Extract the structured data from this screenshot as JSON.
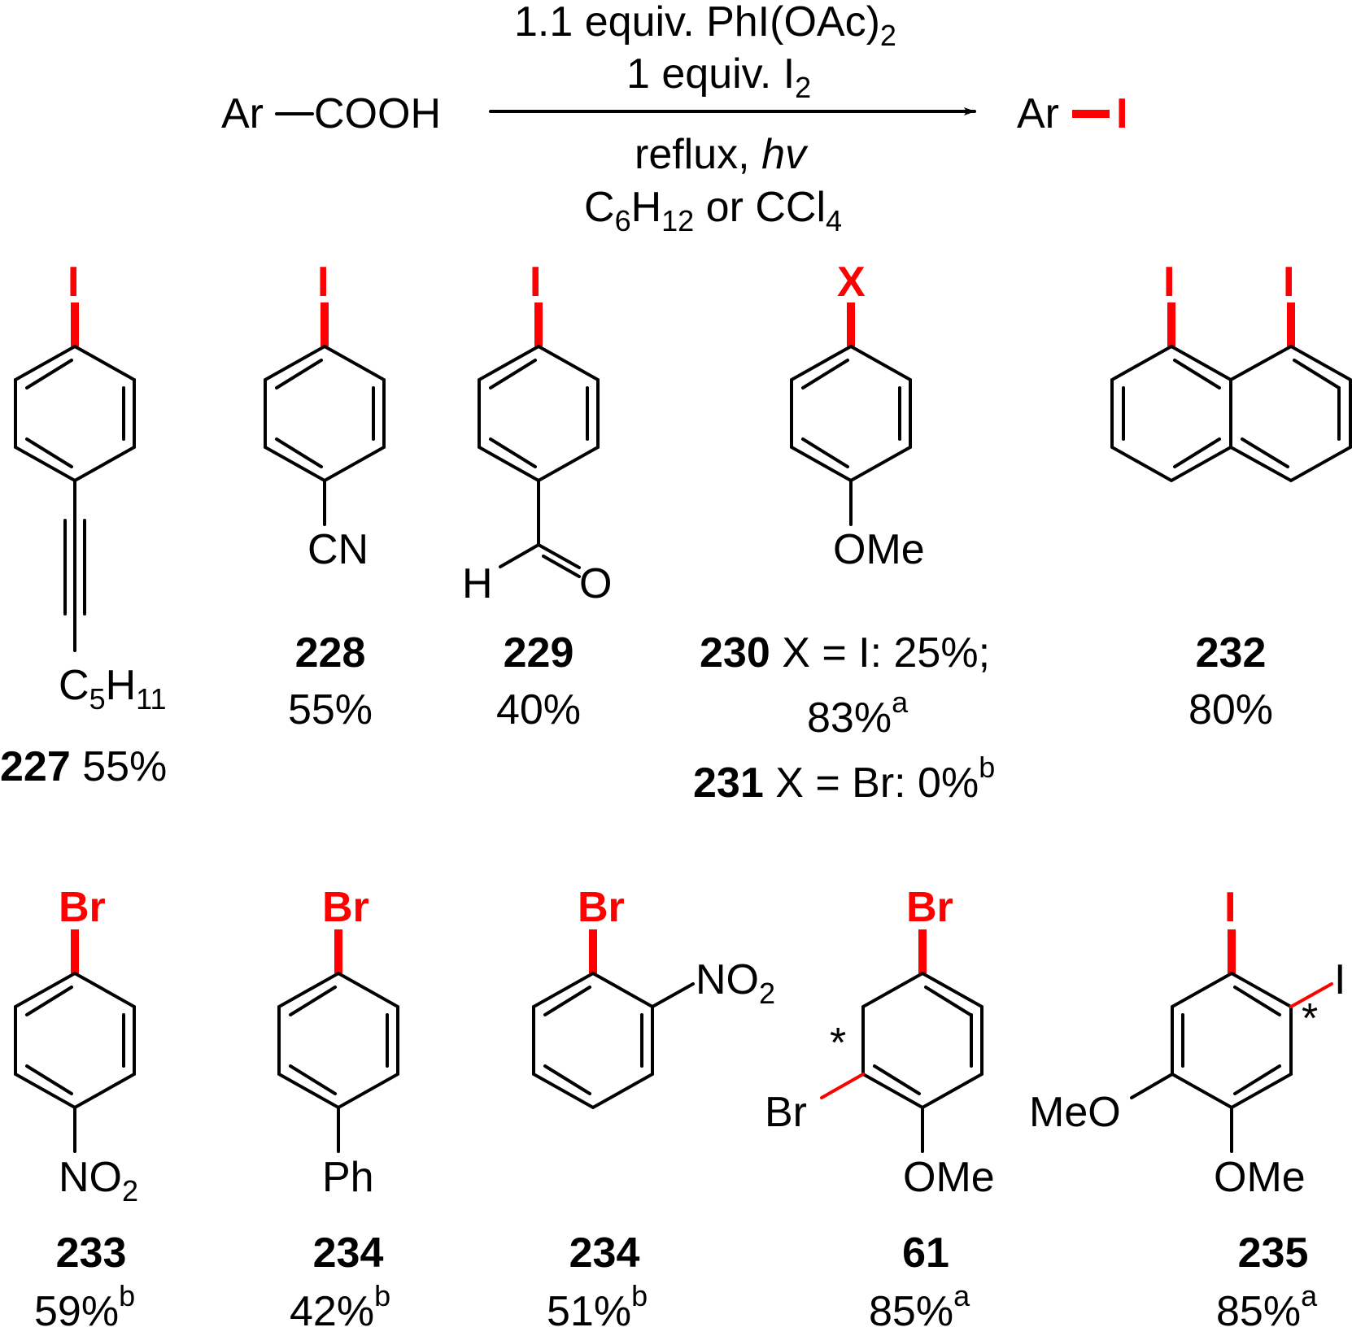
{
  "colors": {
    "ink": "#000000",
    "highlight": "#ff0000",
    "background": "#ffffff"
  },
  "reaction": {
    "reactant": {
      "left": "Ar",
      "right": "COOH"
    },
    "conditions_above": {
      "line1_main": "1.1 equiv. PhI(OAc)",
      "line1_sub": "2",
      "line2_main": "1 equiv. I",
      "line2_sub": "2"
    },
    "conditions_below": {
      "line1_main": "reflux, ",
      "line1_italic": "hv",
      "line2_p1": "C",
      "line2_s1": "6",
      "line2_p2": "H",
      "line2_s2": "12",
      "line2_p3": " or CCl",
      "line2_s3": "4"
    },
    "product": {
      "left": "Ar",
      "right": "I"
    }
  },
  "compounds": {
    "c227": {
      "top": "I",
      "bottom_main": "C",
      "bottom_s1": "5",
      "bottom_mid": "H",
      "bottom_s2": "11",
      "num": "227",
      "yield": " 55%"
    },
    "c228": {
      "top": "I",
      "bottom": "CN",
      "num": "228",
      "yield": "55%"
    },
    "c229": {
      "top": "I",
      "h": "H",
      "o": "O",
      "num": "229",
      "yield": "40%"
    },
    "c230": {
      "top": "X",
      "bottom": "OMe",
      "num": "230",
      "text": " X = I: 25%;",
      "yield2": "83%",
      "yield2_sup": "a"
    },
    "c231": {
      "num": "231",
      "text": " X = Br: 0%",
      "sup": "b"
    },
    "c232": {
      "top_left": "I",
      "top_right": "I",
      "num": "232",
      "yield": "80%"
    },
    "c233": {
      "top": "Br",
      "bottom_main": "NO",
      "bottom_sub": "2",
      "num": "233",
      "yield": "59%",
      "sup": "b"
    },
    "c234a": {
      "top": "Br",
      "bottom": "Ph",
      "num": "234",
      "yield": "42%",
      "sup": "b"
    },
    "c234b": {
      "top": "Br",
      "side_main": "NO",
      "side_sub": "2",
      "num": "234",
      "yield": "51%",
      "sup": "b"
    },
    "c61": {
      "top": "Br",
      "side": "Br",
      "star": "*",
      "bottom": "OMe",
      "num": "61",
      "yield": "85%",
      "sup": "a"
    },
    "c235": {
      "top": "I",
      "side": "I",
      "star": "*",
      "left": "MeO",
      "bottom": "OMe",
      "num": "235",
      "yield": "85%",
      "sup": "a"
    }
  }
}
